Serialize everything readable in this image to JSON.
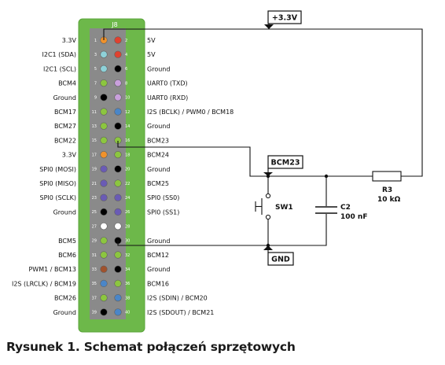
{
  "header": {
    "title": "J8"
  },
  "pins": [
    {
      "num": "1",
      "label": "3.3V",
      "color": "#f0922b"
    },
    {
      "num": "2",
      "label": "5V",
      "color": "#e0412f"
    },
    {
      "num": "3",
      "label": "I2C1 (SDA)",
      "color": "#8ed1d8"
    },
    {
      "num": "4",
      "label": "5V",
      "color": "#e0412f"
    },
    {
      "num": "5",
      "label": "I2C1 (SCL)",
      "color": "#8ed1d8"
    },
    {
      "num": "6",
      "label": "Ground",
      "color": "#000000"
    },
    {
      "num": "7",
      "label": "BCM4",
      "color": "#8cc63f"
    },
    {
      "num": "8",
      "label": "UART0 (TXD)",
      "color": "#c9a0dc"
    },
    {
      "num": "9",
      "label": "Ground",
      "color": "#000000"
    },
    {
      "num": "10",
      "label": "UART0 (RXD)",
      "color": "#c9a0dc"
    },
    {
      "num": "11",
      "label": "BCM17",
      "color": "#8cc63f"
    },
    {
      "num": "12",
      "label": "I2S (BCLK) / PWM0 / BCM18",
      "color": "#4a86c8"
    },
    {
      "num": "13",
      "label": "BCM27",
      "color": "#8cc63f"
    },
    {
      "num": "14",
      "label": "Ground",
      "color": "#000000"
    },
    {
      "num": "15",
      "label": "BCM22",
      "color": "#8cc63f"
    },
    {
      "num": "16",
      "label": "BCM23",
      "color": "#8cc63f"
    },
    {
      "num": "17",
      "label": "3.3V",
      "color": "#f0922b"
    },
    {
      "num": "18",
      "label": "BCM24",
      "color": "#8cc63f"
    },
    {
      "num": "19",
      "label": "SPI0 (MOSI)",
      "color": "#6a5bb5"
    },
    {
      "num": "20",
      "label": "Ground",
      "color": "#000000"
    },
    {
      "num": "21",
      "label": "SPI0 (MISO)",
      "color": "#6a5bb5"
    },
    {
      "num": "22",
      "label": "BCM25",
      "color": "#8cc63f"
    },
    {
      "num": "23",
      "label": "SPI0 (SCLK)",
      "color": "#6a5bb5"
    },
    {
      "num": "24",
      "label": "SPI0 (SS0)",
      "color": "#6a5bb5"
    },
    {
      "num": "25",
      "label": "Ground",
      "color": "#000000"
    },
    {
      "num": "26",
      "label": "SPI0 (SS1)",
      "color": "#6a5bb5"
    },
    {
      "num": "27",
      "label": "",
      "color": "#ffffff"
    },
    {
      "num": "28",
      "label": "",
      "color": "#ffffff"
    },
    {
      "num": "29",
      "label": "BCM5",
      "color": "#8cc63f"
    },
    {
      "num": "30",
      "label": "Ground",
      "color": "#000000"
    },
    {
      "num": "31",
      "label": "BCM6",
      "color": "#8cc63f"
    },
    {
      "num": "32",
      "label": "BCM12",
      "color": "#8cc63f"
    },
    {
      "num": "33",
      "label": "PWM1 / BCM13",
      "color": "#a0522d"
    },
    {
      "num": "34",
      "label": "Ground",
      "color": "#000000"
    },
    {
      "num": "35",
      "label": "I2S (LRCLK) / BCM19",
      "color": "#4a86c8"
    },
    {
      "num": "36",
      "label": "BCM16",
      "color": "#8cc63f"
    },
    {
      "num": "37",
      "label": "BCM26",
      "color": "#8cc63f"
    },
    {
      "num": "38",
      "label": "I2S (SDIN) / BCM20",
      "color": "#4a86c8"
    },
    {
      "num": "39",
      "label": "Ground",
      "color": "#000000"
    },
    {
      "num": "40",
      "label": "I2S (SDOUT) / BCM21",
      "color": "#4a86c8"
    }
  ],
  "nets": {
    "vcc": "+3.3V",
    "signal": "BCM23",
    "gnd": "GND"
  },
  "components": {
    "switch": "SW1",
    "cap_name": "C2",
    "cap_value": "100 nF",
    "res_name": "R3",
    "res_value": "10 kΩ"
  },
  "caption": "Rysunek 1. Schemat połączeń sprzętowych",
  "colors": {
    "board": "#6db84a",
    "board_edge": "#5aa43a",
    "header": "#8a8a8a"
  }
}
